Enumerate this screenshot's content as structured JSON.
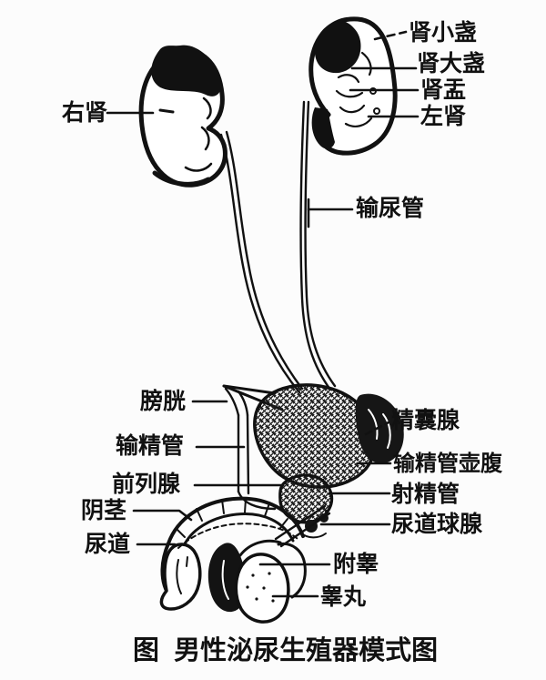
{
  "colors": {
    "ink": "#111111",
    "background": "#fcfcfc"
  },
  "caption": "图  男性泌尿生殖器模式图",
  "labels": {
    "right_kidney": "右肾",
    "minor_calyx": "肾小盏",
    "major_calyx": "肾大盏",
    "renal_pelvis": "肾盂",
    "left_kidney": "左肾",
    "ureter": "输尿管",
    "bladder": "膀胱",
    "vas_deferens": "输精管",
    "prostate": "前列腺",
    "penis": "阴茎",
    "urethra": "尿道",
    "seminal_vesicle": "精囊腺",
    "vas_deferens_ampulla": "输精管壶腹",
    "ejaculatory_duct": "射精管",
    "bulbourethral_gland": "尿道球腺",
    "epididymis": "附睾",
    "testis": "睾丸"
  }
}
